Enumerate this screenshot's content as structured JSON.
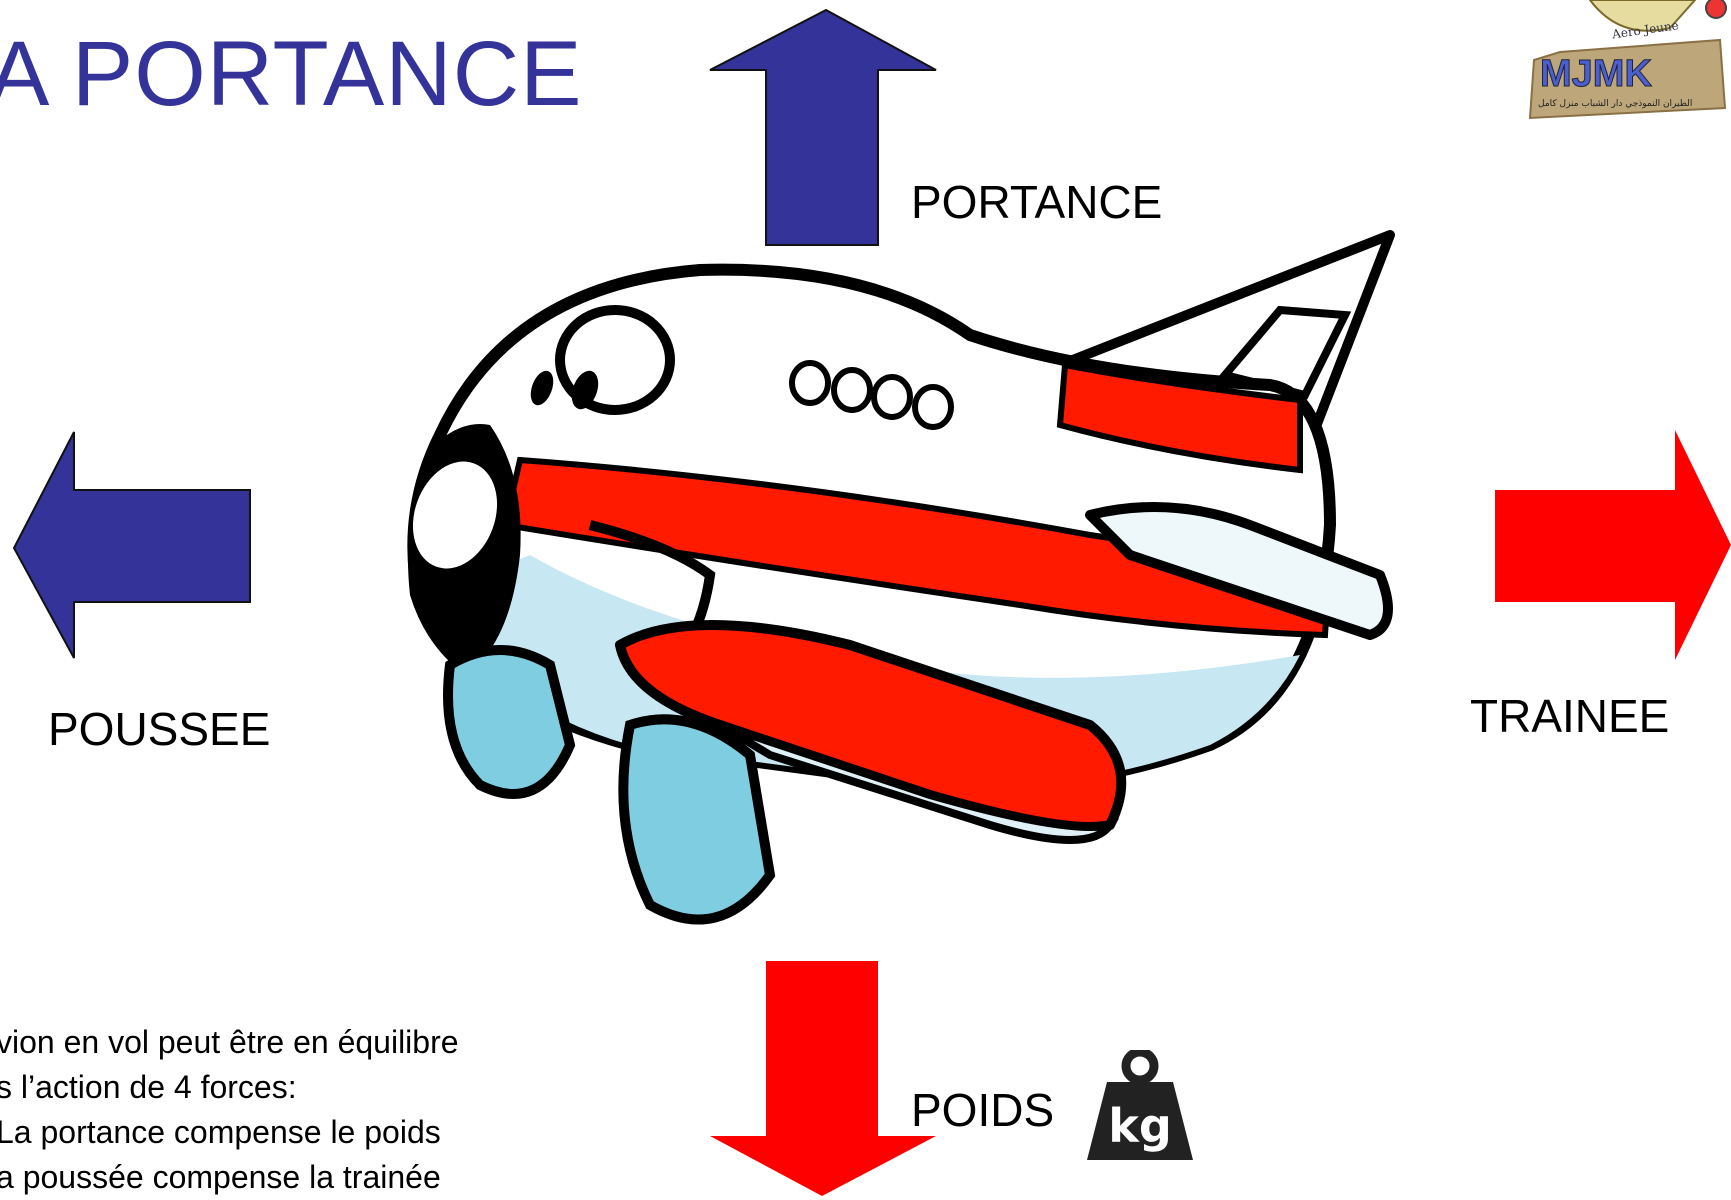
{
  "title": "A PORTANCE",
  "forces": {
    "portance": "PORTANCE",
    "poussee": "POUSSEE",
    "trainee": "TRAINEE",
    "poids": "POIDS"
  },
  "weight_icon_text": "kg",
  "body_lines": [
    "vion en vol peut être en équilibre",
    "s l’action de 4 forces:",
    "La portance compense le poids",
    "a poussée compense la trainée"
  ],
  "logo": {
    "top_text": "Aero Jeune",
    "main_text": "MJMK",
    "arabic_text": "الطيران النموذجي دار الشباب منزل كامل"
  },
  "colors": {
    "blue_arrow": "#333399",
    "red_arrow": "#FF0000",
    "title": "#333399"
  }
}
